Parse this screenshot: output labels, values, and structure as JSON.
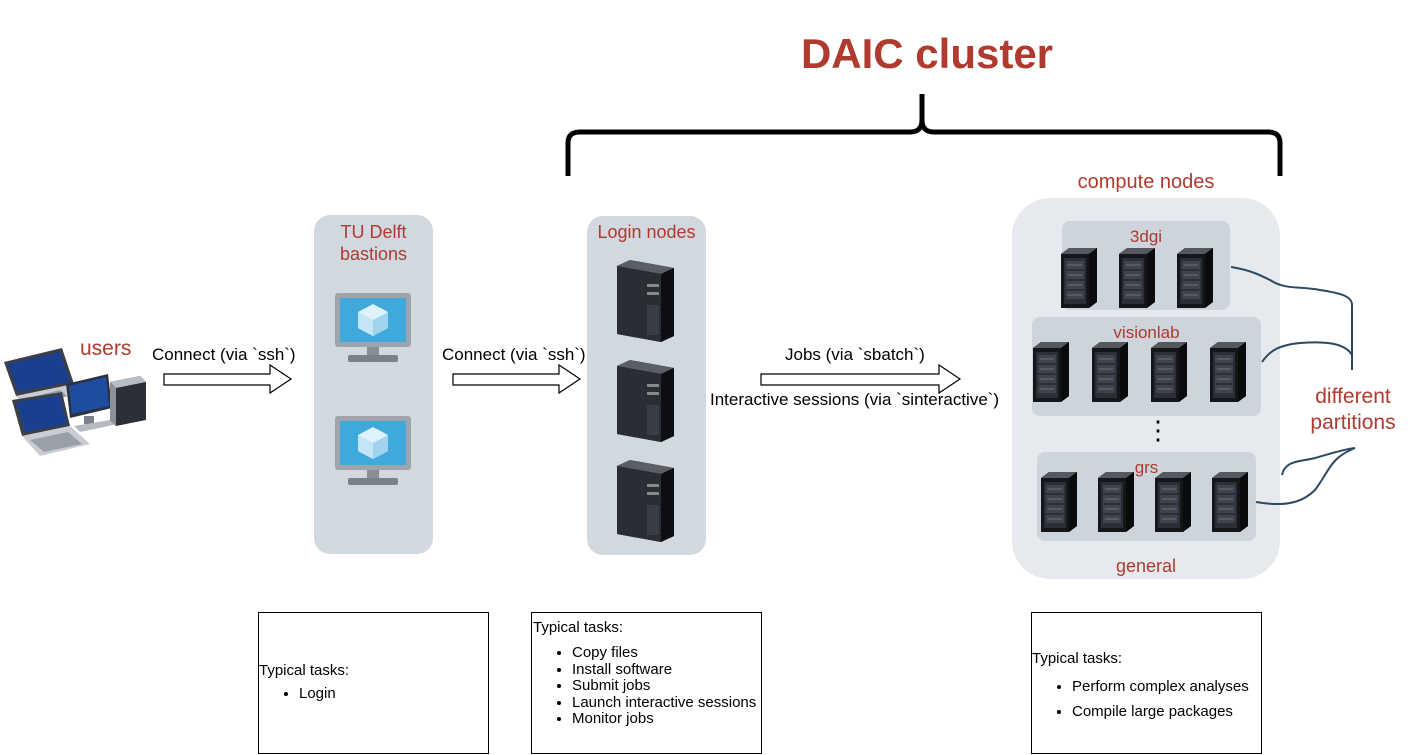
{
  "title": "DAIC cluster",
  "users_label": "users",
  "bastions": {
    "title_line1": "TU Delft",
    "title_line2": "bastions"
  },
  "login": {
    "title": "Login nodes"
  },
  "compute": {
    "title": "compute nodes",
    "partitions": [
      "3dgi",
      "visionlab",
      "grs"
    ],
    "footer": "general",
    "ellipsis": "⋮"
  },
  "partitions_label": {
    "line1": "different",
    "line2": "partitions"
  },
  "arrows": {
    "users_to_bastions": "Connect (via `ssh`)",
    "bastions_to_login": "Connect (via `ssh`)",
    "login_to_compute_top": "Jobs (via `sbatch`)",
    "login_to_compute_bottom": "Interactive sessions (via `sinteractive`)"
  },
  "tasks": {
    "bastions": {
      "heading": "Typical tasks:",
      "items": [
        "Login"
      ]
    },
    "login": {
      "heading": "Typical tasks:",
      "items": [
        "Copy files",
        "Install software",
        "Submit jobs",
        "Launch interactive sessions",
        "Monitor jobs"
      ]
    },
    "compute": {
      "heading": "Typical tasks:",
      "items": [
        "Perform complex analyses",
        "Compile large packages"
      ]
    }
  },
  "colors": {
    "accent": "#b03a2e",
    "panel": "#d1d8e0",
    "panel_light": "#e6eaee",
    "connector": "#2c4a63"
  },
  "icons": [
    "laptop-icon",
    "desktop-computer-icon",
    "monitor-cube-icon",
    "tower-server-icon",
    "rack-server-icon",
    "brace-icon",
    "arrow-right-icon"
  ]
}
